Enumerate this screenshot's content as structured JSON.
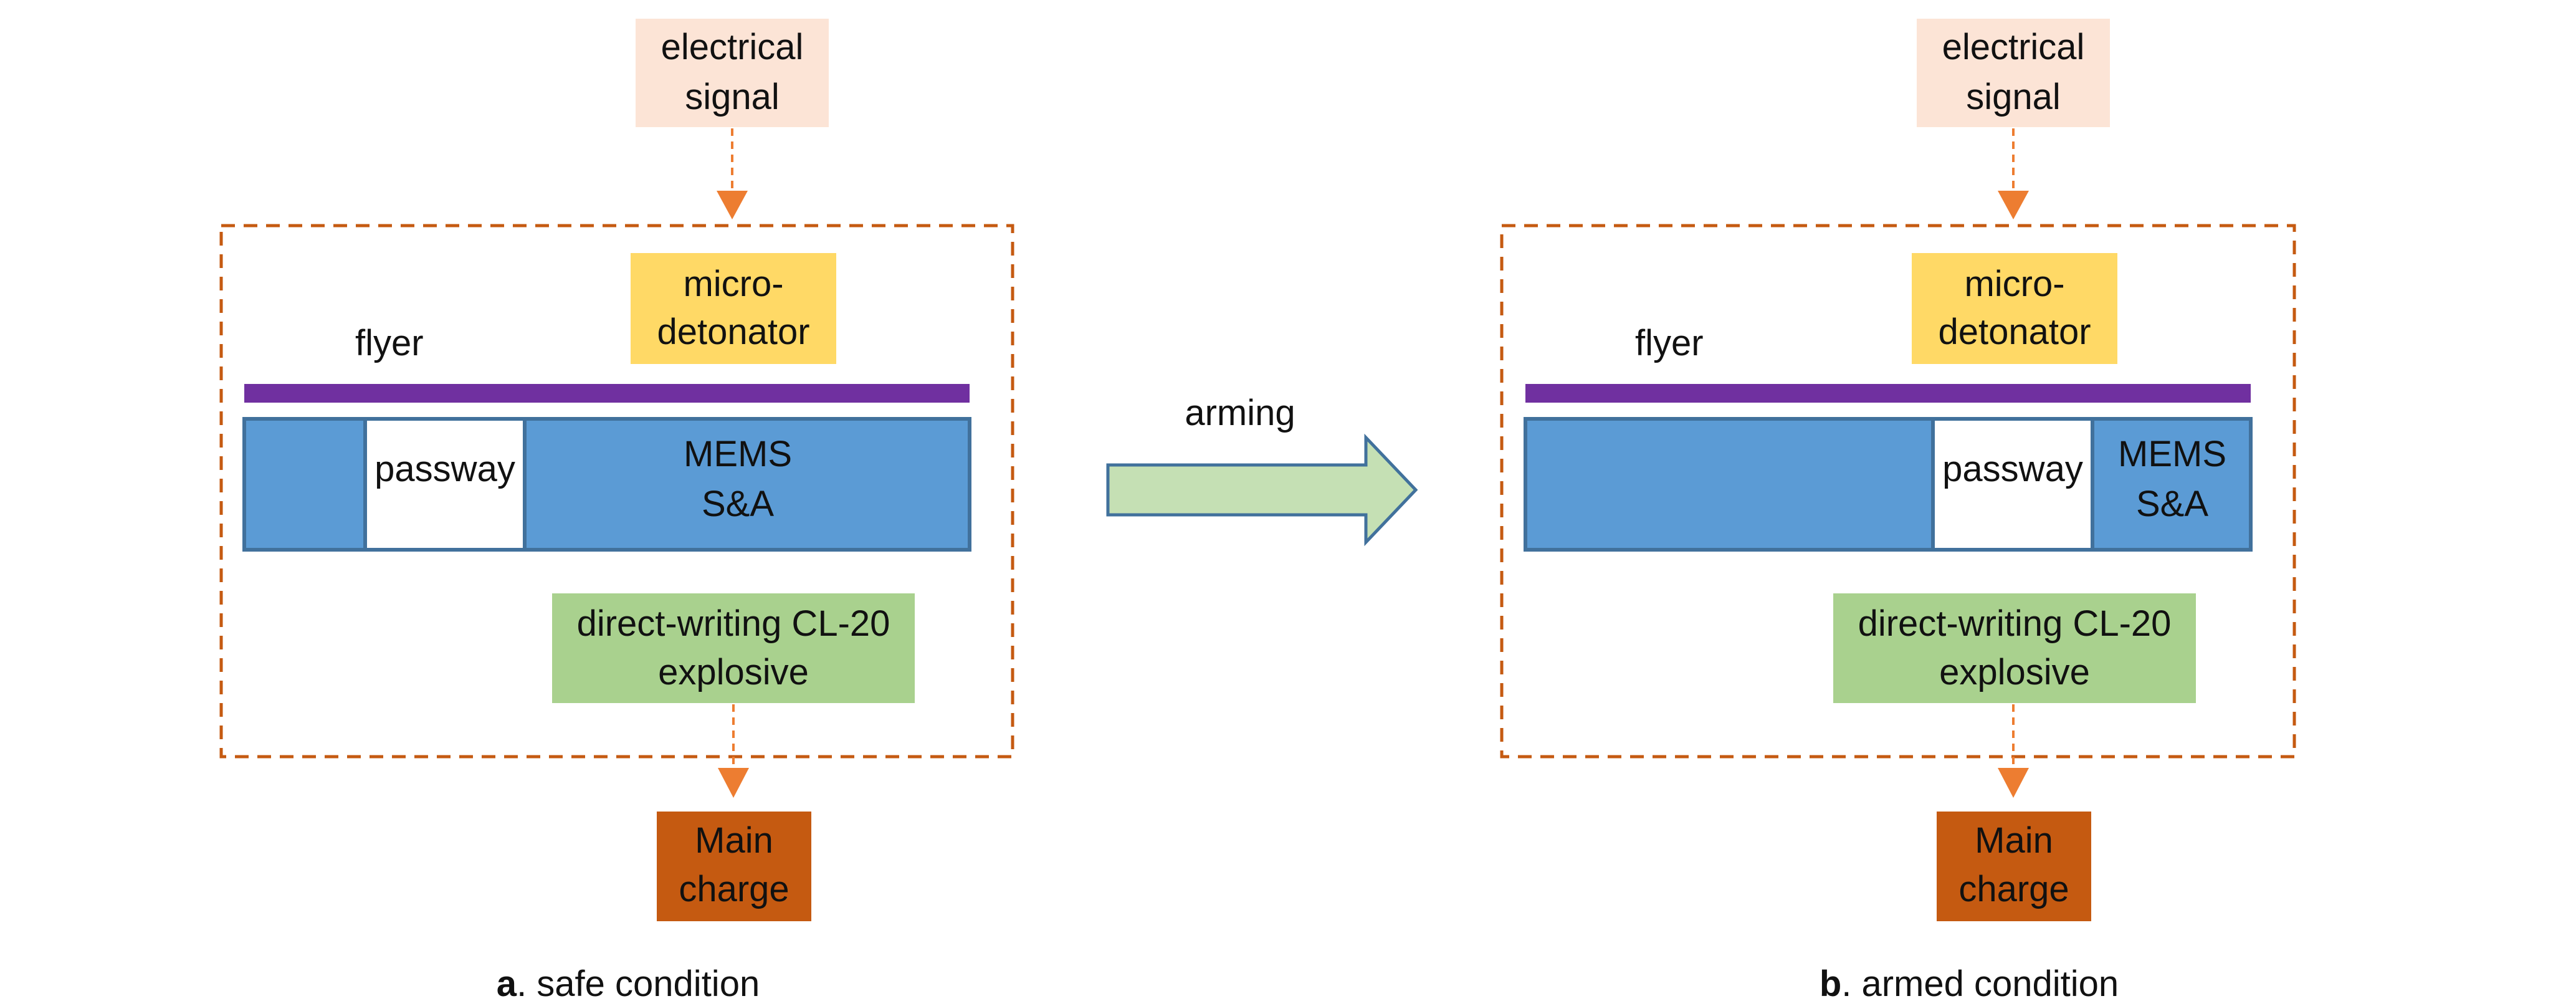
{
  "colors": {
    "signal_fill": "#fce4d6",
    "boundary_stroke": "#c55a11",
    "arrow_color": "#ed7d31",
    "micro_detonator_fill": "#ffd966",
    "flyer_bar": "#7030a0",
    "mems_fill": "#5b9bd5",
    "mems_stroke": "#41719c",
    "passway_fill": "#ffffff",
    "explosive_fill": "#a9d18e",
    "main_charge_fill": "#c55a11",
    "arming_arrow_fill": "#c5e0b4",
    "arming_arrow_stroke": "#41719c"
  },
  "arming": {
    "label": "arming"
  },
  "panels": [
    {
      "signal": {
        "line1": "electrical",
        "line2": "signal"
      },
      "micro_detonator": {
        "line1": "micro-",
        "line2": "detonator"
      },
      "flyer": {
        "label": "flyer"
      },
      "passway": {
        "label": "passway"
      },
      "mems": {
        "line1": "MEMS",
        "line2": "S&A"
      },
      "explosive": {
        "line1": "direct-writing CL-20",
        "line2": "explosive"
      },
      "main_charge": {
        "line1": "Main",
        "line2": "charge"
      },
      "caption": {
        "letter": "a",
        "text": ". safe condition"
      }
    },
    {
      "signal": {
        "line1": "electrical",
        "line2": "signal"
      },
      "micro_detonator": {
        "line1": "micro-",
        "line2": "detonator"
      },
      "flyer": {
        "label": "flyer"
      },
      "passway": {
        "label": "passway"
      },
      "mems": {
        "line1": "MEMS",
        "line2": "S&A"
      },
      "explosive": {
        "line1": "direct-writing CL-20",
        "line2": "explosive"
      },
      "main_charge": {
        "line1": "Main",
        "line2": "charge"
      },
      "caption": {
        "letter": "b",
        "text": ". armed condition"
      }
    }
  ]
}
